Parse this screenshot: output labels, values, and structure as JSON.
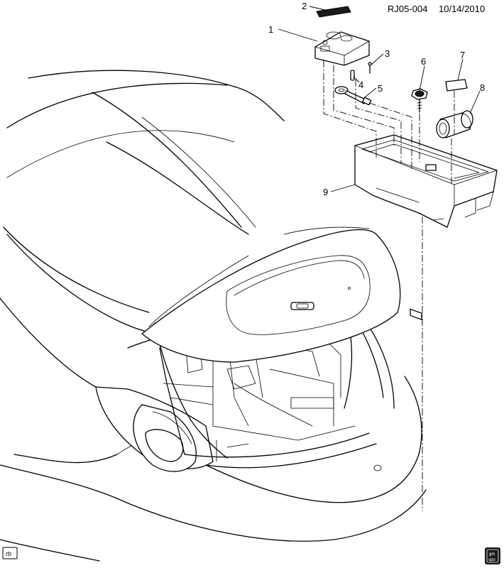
{
  "header": {
    "doc_id": "RJ05-004",
    "date": "10/14/2010"
  },
  "callouts": [
    {
      "number": "1"
    },
    {
      "number": "2"
    },
    {
      "number": "3"
    },
    {
      "number": "4"
    },
    {
      "number": "5"
    },
    {
      "number": "6"
    },
    {
      "number": "7"
    },
    {
      "number": "8"
    },
    {
      "number": "9"
    }
  ],
  "footer": {
    "left_badge": "rb",
    "logo_top": "gm",
    "logo_bottom": "spo"
  }
}
